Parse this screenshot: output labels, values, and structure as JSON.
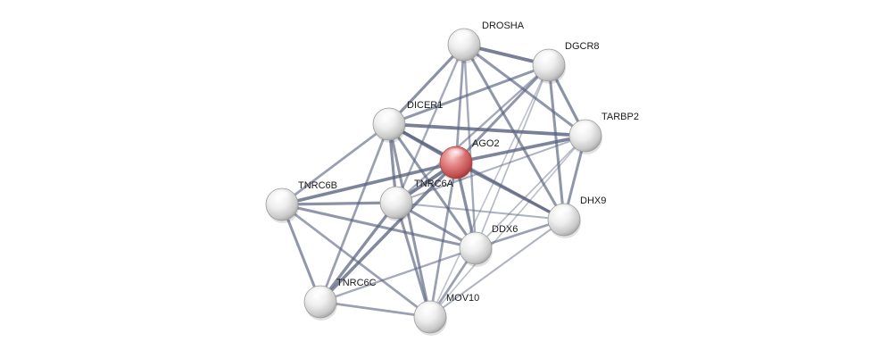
{
  "diagram": {
    "type": "protein-interaction-network",
    "query_node": "AGO2",
    "colors": {
      "edge": "#5a6480",
      "node_default": "#e6e6e6",
      "node_query": "#d96b6b",
      "background": "#ffffff",
      "label": "#1a1a1a"
    },
    "nodes": [
      {
        "id": "DROSHA",
        "label": "DROSHA"
      },
      {
        "id": "DGCR8",
        "label": "DGCR8"
      },
      {
        "id": "DICER1",
        "label": "DICER1"
      },
      {
        "id": "TARBP2",
        "label": "TARBP2"
      },
      {
        "id": "AGO2",
        "label": "AGO2"
      },
      {
        "id": "TNRC6B",
        "label": "TNRC6B"
      },
      {
        "id": "TNRC6A",
        "label": "TNRC6A"
      },
      {
        "id": "DHX9",
        "label": "DHX9"
      },
      {
        "id": "DDX6",
        "label": "DDX6"
      },
      {
        "id": "TNRC6C",
        "label": "TNRC6C"
      },
      {
        "id": "MOV10",
        "label": "MOV10"
      }
    ],
    "edges": [
      {
        "source": "DROSHA",
        "target": "DGCR8",
        "score": 0.95
      },
      {
        "source": "DROSHA",
        "target": "DICER1",
        "score": 0.75
      },
      {
        "source": "DROSHA",
        "target": "AGO2",
        "score": 0.6
      },
      {
        "source": "DROSHA",
        "target": "TARBP2",
        "score": 0.7
      },
      {
        "source": "DROSHA",
        "target": "DHX9",
        "score": 0.7
      },
      {
        "source": "DROSHA",
        "target": "DDX6",
        "score": 0.5
      },
      {
        "source": "DROSHA",
        "target": "TNRC6A",
        "score": 0.5
      },
      {
        "source": "DGCR8",
        "target": "DICER1",
        "score": 0.7
      },
      {
        "source": "DGCR8",
        "target": "AGO2",
        "score": 0.7
      },
      {
        "source": "DGCR8",
        "target": "TARBP2",
        "score": 0.75
      },
      {
        "source": "DGCR8",
        "target": "DHX9",
        "score": 0.7
      },
      {
        "source": "DGCR8",
        "target": "DDX6",
        "score": 0.3
      },
      {
        "source": "DGCR8",
        "target": "TNRC6A",
        "score": 0.5
      },
      {
        "source": "DGCR8",
        "target": "MOV10",
        "score": 0.25
      },
      {
        "source": "DICER1",
        "target": "AGO2",
        "score": 0.95
      },
      {
        "source": "DICER1",
        "target": "TARBP2",
        "score": 0.95
      },
      {
        "source": "DICER1",
        "target": "TNRC6B",
        "score": 0.6
      },
      {
        "source": "DICER1",
        "target": "TNRC6A",
        "score": 0.75
      },
      {
        "source": "DICER1",
        "target": "DHX9",
        "score": 0.65
      },
      {
        "source": "DICER1",
        "target": "DDX6",
        "score": 0.7
      },
      {
        "source": "DICER1",
        "target": "TNRC6C",
        "score": 0.6
      },
      {
        "source": "DICER1",
        "target": "MOV10",
        "score": 0.7
      },
      {
        "source": "AGO2",
        "target": "TARBP2",
        "score": 0.9
      },
      {
        "source": "AGO2",
        "target": "TNRC6B",
        "score": 0.9
      },
      {
        "source": "AGO2",
        "target": "TNRC6A",
        "score": 0.95
      },
      {
        "source": "AGO2",
        "target": "DHX9",
        "score": 0.85
      },
      {
        "source": "AGO2",
        "target": "DDX6",
        "score": 0.8
      },
      {
        "source": "AGO2",
        "target": "TNRC6C",
        "score": 0.85
      },
      {
        "source": "AGO2",
        "target": "MOV10",
        "score": 0.6
      },
      {
        "source": "TARBP2",
        "target": "DHX9",
        "score": 0.7
      },
      {
        "source": "TARBP2",
        "target": "DDX6",
        "score": 0.3
      },
      {
        "source": "TARBP2",
        "target": "TNRC6A",
        "score": 0.4
      },
      {
        "source": "TARBP2",
        "target": "MOV10",
        "score": 0.25
      },
      {
        "source": "TNRC6B",
        "target": "TNRC6A",
        "score": 0.75
      },
      {
        "source": "TNRC6B",
        "target": "DDX6",
        "score": 0.7
      },
      {
        "source": "TNRC6B",
        "target": "TNRC6C",
        "score": 0.7
      },
      {
        "source": "TNRC6B",
        "target": "MOV10",
        "score": 0.6
      },
      {
        "source": "TNRC6A",
        "target": "DDX6",
        "score": 0.7
      },
      {
        "source": "TNRC6A",
        "target": "TNRC6C",
        "score": 0.8
      },
      {
        "source": "TNRC6A",
        "target": "MOV10",
        "score": 0.7
      },
      {
        "source": "TNRC6A",
        "target": "DHX9",
        "score": 0.4
      },
      {
        "source": "DDX6",
        "target": "DHX9",
        "score": 0.6
      },
      {
        "source": "DDX6",
        "target": "MOV10",
        "score": 0.6
      },
      {
        "source": "DDX6",
        "target": "TNRC6C",
        "score": 0.5
      },
      {
        "source": "DHX9",
        "target": "MOV10",
        "score": 0.4
      },
      {
        "source": "TNRC6C",
        "target": "MOV10",
        "score": 0.6
      }
    ]
  }
}
